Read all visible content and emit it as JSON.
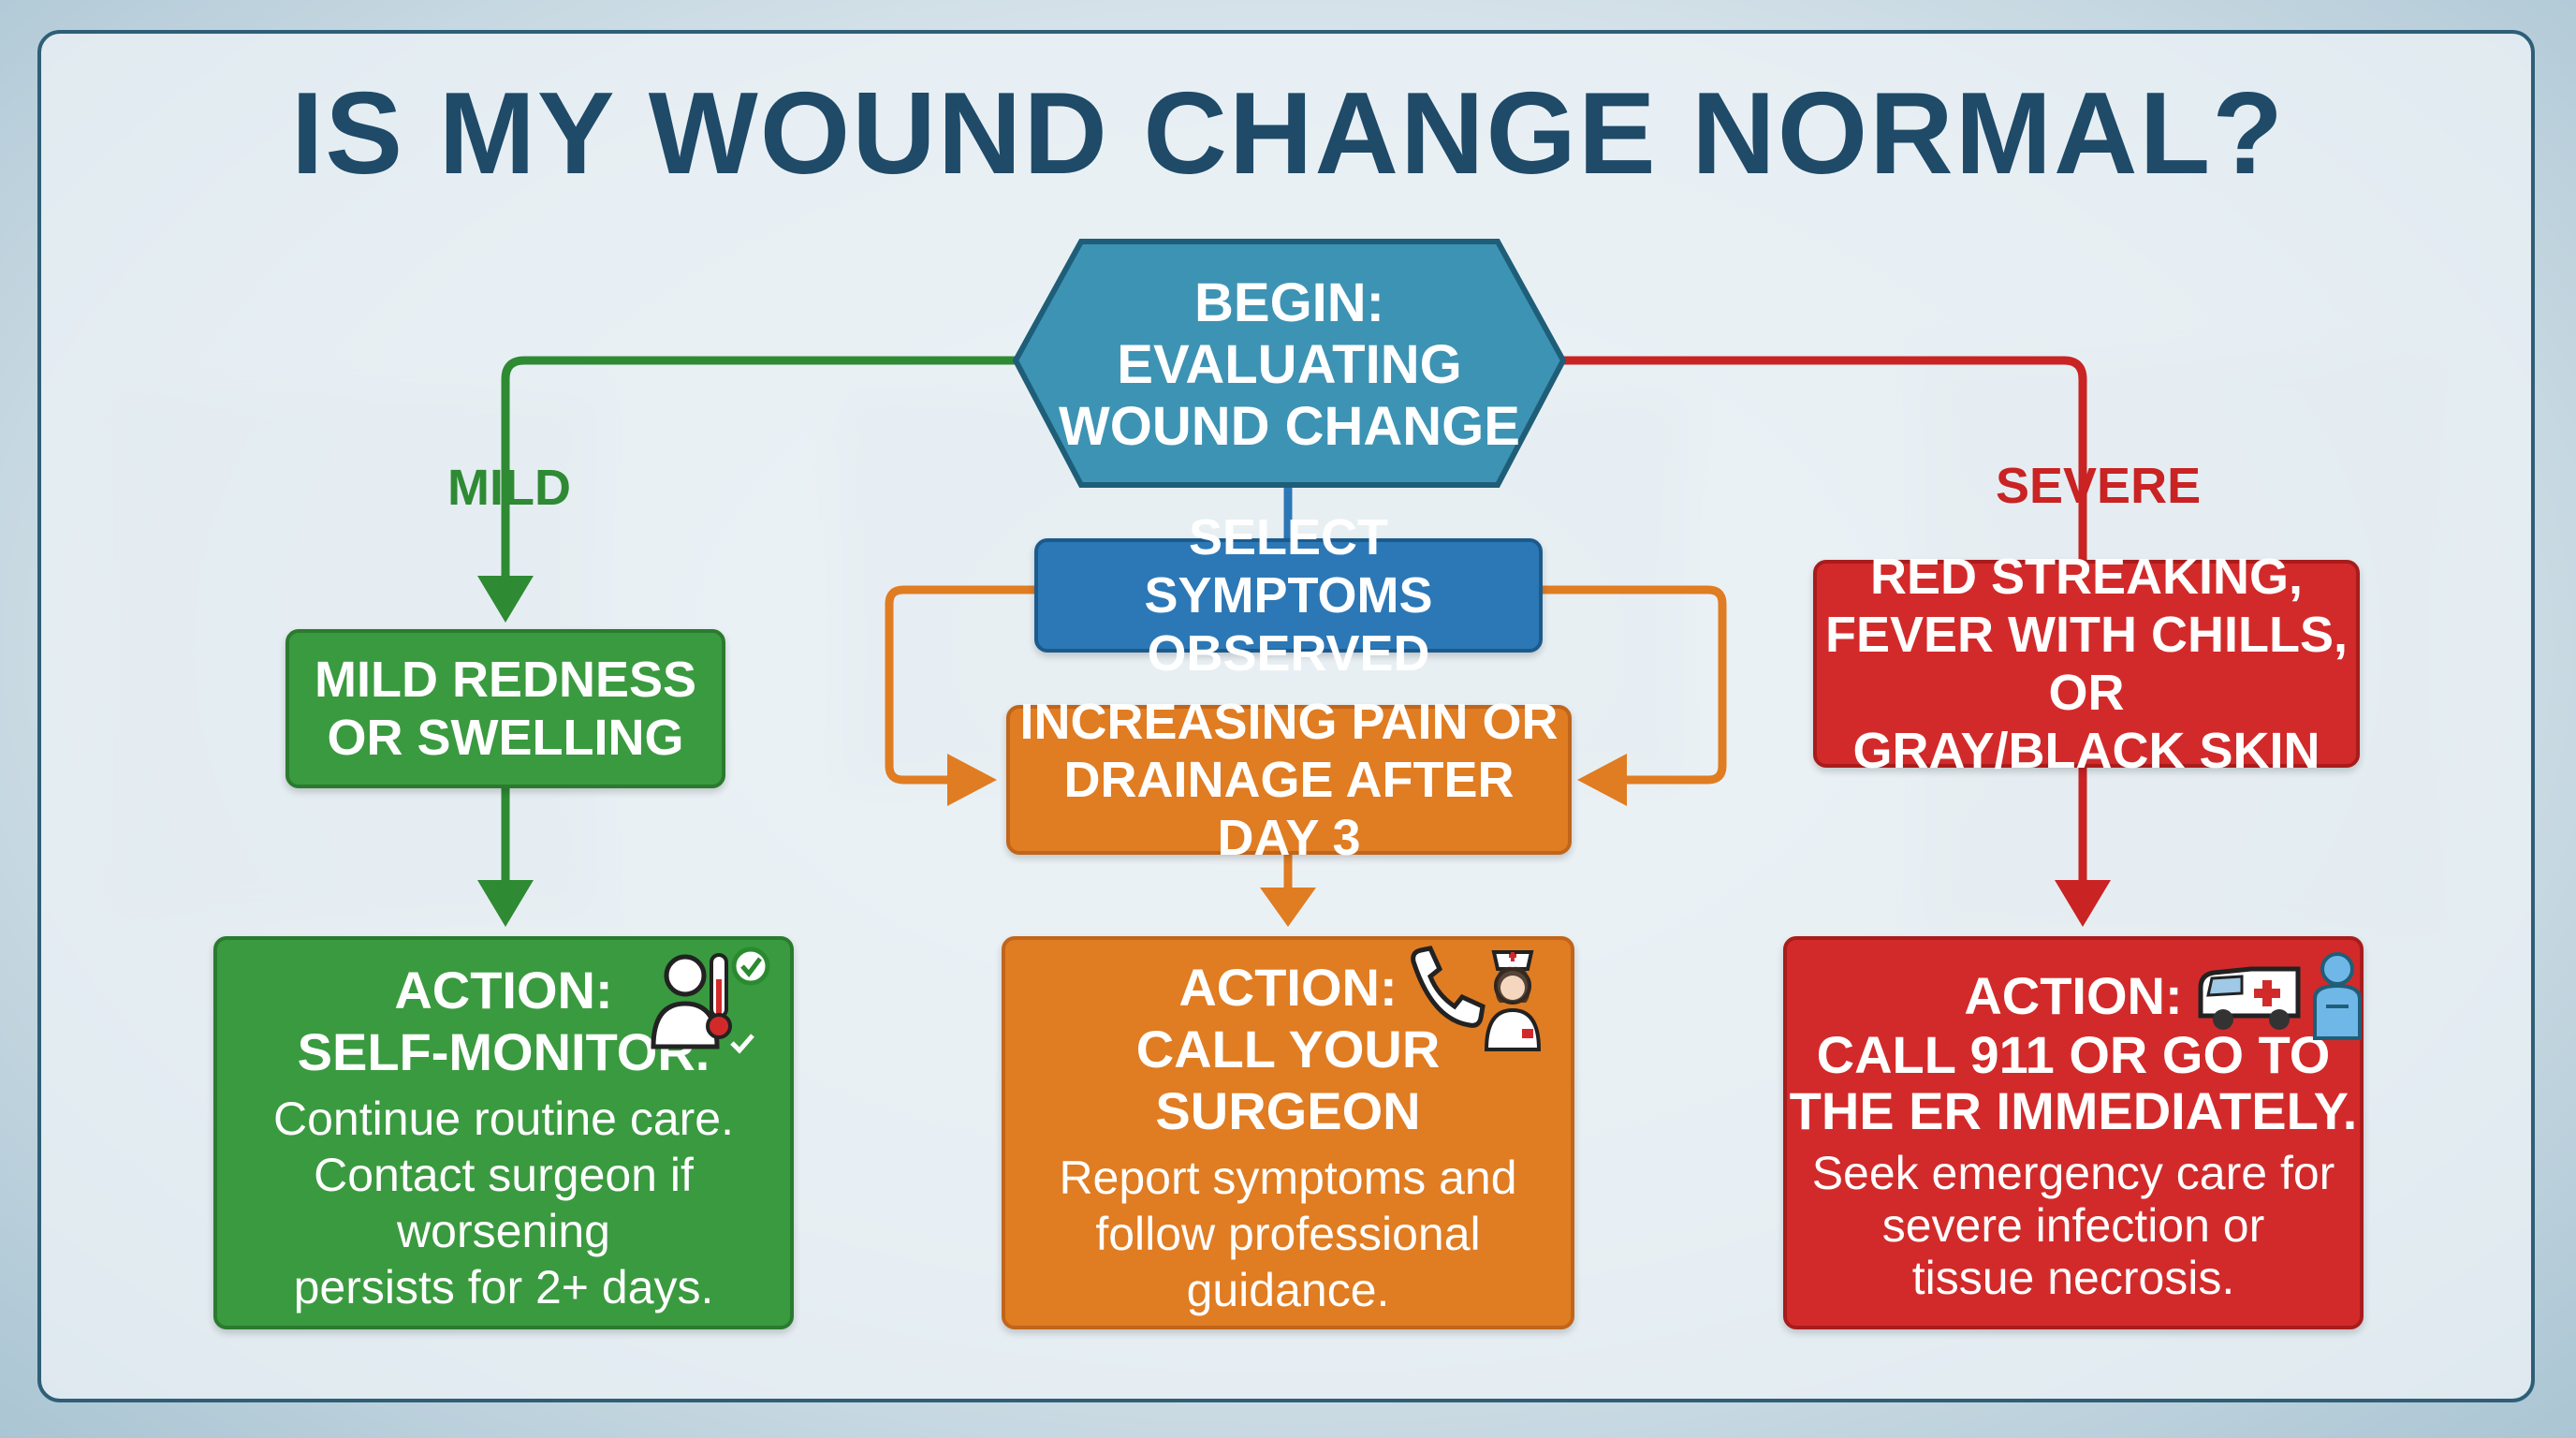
{
  "title": "IS MY WOUND CHANGE NORMAL?",
  "start": {
    "line1": "BEGIN:",
    "line2": "EVALUATING",
    "line3": "WOUND CHANGE"
  },
  "select": {
    "line1": "SELECT SYMPTOMS",
    "line2": "OBSERVED"
  },
  "branches": {
    "mild": "MILD",
    "severe": "SEVERE"
  },
  "mild": {
    "symptom_line1": "MILD REDNESS",
    "symptom_line2": "OR SWELLING",
    "action_label": "ACTION:",
    "action_title": "SELF-MONITOR.",
    "body_line1": "Continue routine care.",
    "body_line2": "Contact surgeon if worsening",
    "body_line3": "persists for 2+ days."
  },
  "moderate": {
    "symptom_line1": "INCREASING PAIN OR",
    "symptom_line2": "DRAINAGE AFTER DAY 3",
    "action_label": "ACTION:",
    "action_title": "CALL YOUR SURGEON",
    "body_line1": "Report symptoms and",
    "body_line2": "follow professional",
    "body_line3": "guidance."
  },
  "severe": {
    "symptom_line1": "RED STREAKING,",
    "symptom_line2": "FEVER WITH CHILLS, OR",
    "symptom_line3": "GRAY/BLACK SKIN",
    "action_label": "ACTION:",
    "action_title_line1": "CALL 911 OR GO TO",
    "action_title_line2": "THE ER IMMEDIATELY.",
    "body_line1": "Seek emergency care for",
    "body_line2": "severe infection or",
    "body_line3": "tissue necrosis."
  },
  "colors": {
    "green": "#3a9a3f",
    "orange": "#e07c22",
    "red": "#d22a2a",
    "blue": "#2c78b6",
    "teal": "#3d93b4",
    "title": "#1f4a68"
  },
  "icons": {
    "mild": "person-thermometer-check-icon",
    "moderate": "phone-nurse-icon",
    "severe": "ambulance-patient-icon"
  }
}
